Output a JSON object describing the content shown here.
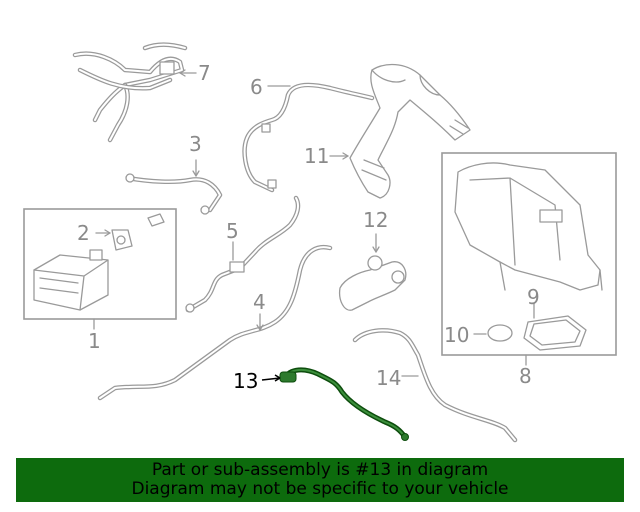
{
  "callouts": {
    "c1": "1",
    "c2": "2",
    "c3": "3",
    "c4": "4",
    "c5": "5",
    "c6": "6",
    "c7": "7",
    "c8": "8",
    "c9": "9",
    "c10": "10",
    "c11": "11",
    "c12": "12",
    "c13": "13",
    "c14": "14"
  },
  "highlight": {
    "part_number": "13",
    "color": "#0d6b0d"
  },
  "banner": {
    "line1": "Part or sub-assembly is #13 in diagram",
    "line2": "Diagram may not be specific to your vehicle"
  }
}
